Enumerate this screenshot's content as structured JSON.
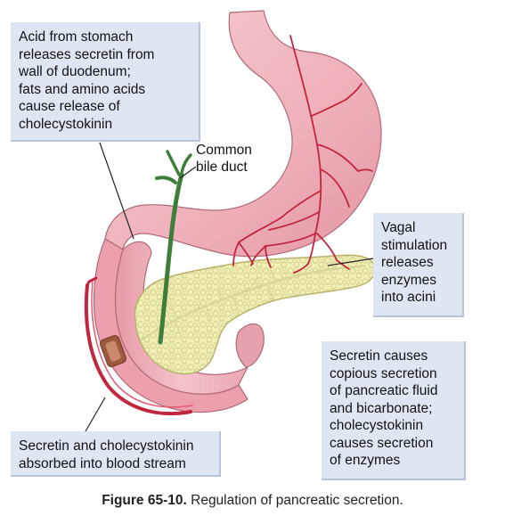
{
  "callouts": {
    "duodenum_release": "Acid from stomach\nreleases secretin from\nwall of duodenum;\nfats and amino acids\ncause release of\ncholecystokinin",
    "vagal": "Vagal\nstimulation\nreleases\nenzymes\ninto acini",
    "secretin_effect": "Secretin causes\ncopious secretion\nof pancreatic fluid\nand bicarbonate;\ncholecystokinin\ncauses secretion\nof enzymes",
    "absorbed": "Secretin and cholecystokinin\nabsorbed into blood stream"
  },
  "labels": {
    "bile_duct": "Common\nbile duct"
  },
  "caption": {
    "number": "Figure 65-10.",
    "text": "Regulation of pancreatic secretion."
  },
  "colors": {
    "stomach": "#f2b8c0",
    "stomach_shade": "#e598a4",
    "pancreas": "#ecebad",
    "pancreas_outline": "#c9c37a",
    "vessel": "#c2263e",
    "bile_duct": "#3f7d3a",
    "callout_bg": "#dfe6f3"
  }
}
